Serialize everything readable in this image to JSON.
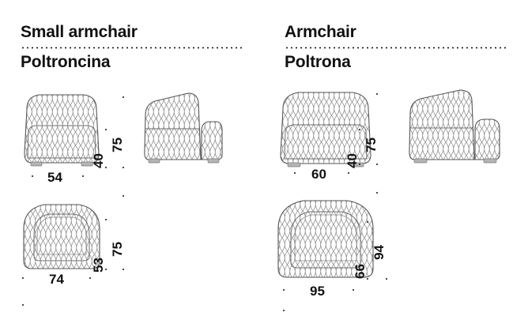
{
  "page": {
    "background": "#ffffff",
    "ink": "#111111",
    "line_color": "#6f6f6f",
    "foot_color": "#b4b4b4"
  },
  "columns": [
    {
      "id": "small-armchair",
      "title_en": "Small armchair",
      "title_it": "Poltroncina",
      "views": [
        {
          "id": "front",
          "dims": {
            "width": "54",
            "seat_height": "40",
            "total_height": "75"
          }
        },
        {
          "id": "side",
          "dims": {}
        },
        {
          "id": "plan",
          "dims": {
            "width": "74",
            "inner_depth": "53",
            "depth": "75"
          }
        }
      ]
    },
    {
      "id": "armchair",
      "title_en": "Armchair",
      "title_it": "Poltrona",
      "views": [
        {
          "id": "front",
          "dims": {
            "width": "60",
            "seat_height": "40",
            "total_height": "75"
          }
        },
        {
          "id": "side",
          "dims": {}
        },
        {
          "id": "plan",
          "dims": {
            "width": "95",
            "inner_depth": "66",
            "depth": "94"
          }
        }
      ]
    }
  ],
  "dimension_labels": {
    "left_front_width": "54",
    "left_front_seat": "40",
    "left_front_total": "75",
    "left_plan_width": "74",
    "left_plan_inner": "53",
    "left_plan_total": "75",
    "right_front_width": "60",
    "right_front_seat": "40",
    "right_front_total": "75",
    "right_plan_width": "95",
    "right_plan_inner": "66",
    "right_plan_total": "94"
  }
}
